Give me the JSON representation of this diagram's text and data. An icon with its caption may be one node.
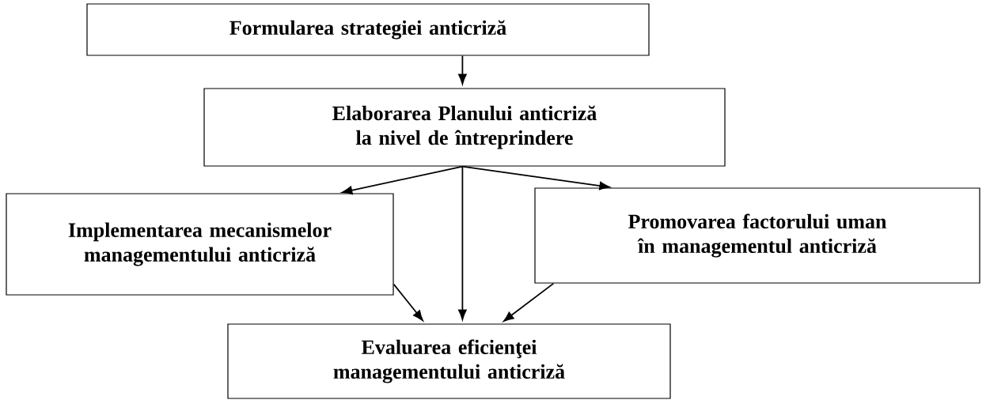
{
  "diagram": {
    "nodes": [
      {
        "text": [
          "Formularea strategiei anticriză"
        ]
      },
      {
        "text": [
          "Elaborarea Planului anticriză la nivel de întreprindere"
        ]
      },
      {
        "text": [
          "Implementarea mecanismelor managementului anticriză"
        ]
      },
      {
        "text": [
          "Promovarea factorului uman în managementul anticriză"
        ]
      },
      {
        "text": [
          "Evaluarea eficienţei managementului anticriză"
        ]
      }
    ],
    "edges": [
      {
        "from": 0,
        "to": 1,
        "arrow": "to"
      },
      {
        "from": 1,
        "to": 2,
        "arrow": "to"
      },
      {
        "from": 1,
        "to": 3,
        "arrow": "to"
      },
      {
        "from": 1,
        "to": 4,
        "arrow": "to"
      },
      {
        "from": 2,
        "to": 4,
        "arrow": "to"
      },
      {
        "from": 3,
        "to": 4,
        "arrow": "to"
      }
    ]
  }
}
